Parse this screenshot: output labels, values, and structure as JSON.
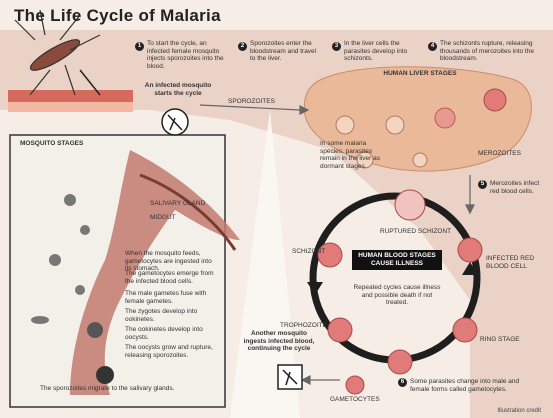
{
  "title": "The Life Cycle of Malaria",
  "steps": {
    "s1": "To start the cycle, an infected female mosquito injects sporozoites into the blood.",
    "s2": "Sporozoites enter the bloodstream and travel to the liver.",
    "s3": "In the liver cells the parasites develop into schizonts.",
    "s4": "The schizonts rupture, releasing thousands of merozoites into the bloodstream."
  },
  "labels": {
    "bite_start": "An infected mosquito starts the cycle",
    "sporozoites": "SPOROZOITES",
    "liver_title": "HUMAN LIVER STAGES",
    "liver_note": "In some malaria species, parasites remain in the liver as dormant stages.",
    "merozoites": "MEROZOITES",
    "mosquito_title": "MOSQUITO STAGES",
    "blood_title": "HUMAN BLOOD STAGES",
    "blood_sub": "CAUSE ILLNESS",
    "blood_note": "Repeated cycles cause illness and possible death if not treated.",
    "ruptured": "RUPTURED SCHIZONT",
    "infected_rbc": "INFECTED RED BLOOD CELL",
    "ring": "RING STAGE",
    "trophozoite": "TROPHOZOITE",
    "schizont": "SCHIZONT",
    "gametocytes": "GAMETOCYTES",
    "another_bite": "Another mosquito ingests infected blood, continuing the cycle",
    "merozoites_infect": "Merozoites infect red blood cells.",
    "gameto_note": "Some parasites change into male and female forms called gametocytes.",
    "m1": "When the mosquito feeds, gametocytes are ingested into its stomach.",
    "m2": "The gametocytes emerge from the infected blood cells.",
    "m3": "The male gametes fuse with female gametes.",
    "m4": "The zygotes develop into ookinetes.",
    "m5": "The ookinetes develop into oocysts.",
    "m6": "The oocysts grow and rupture, releasing sporozoites.",
    "m7": "The sporozoites migrate to the salivary glands.",
    "salivary": "SALIVARY GLAND",
    "midgut": "MIDGUT",
    "credit": "Illustration credit"
  },
  "colors": {
    "liver": "#e9b99a",
    "blood_bg": "#f7e4dc",
    "rbc": "#e07b79",
    "dark": "#1e1e1e",
    "panel_bg": "#f3efe9"
  }
}
